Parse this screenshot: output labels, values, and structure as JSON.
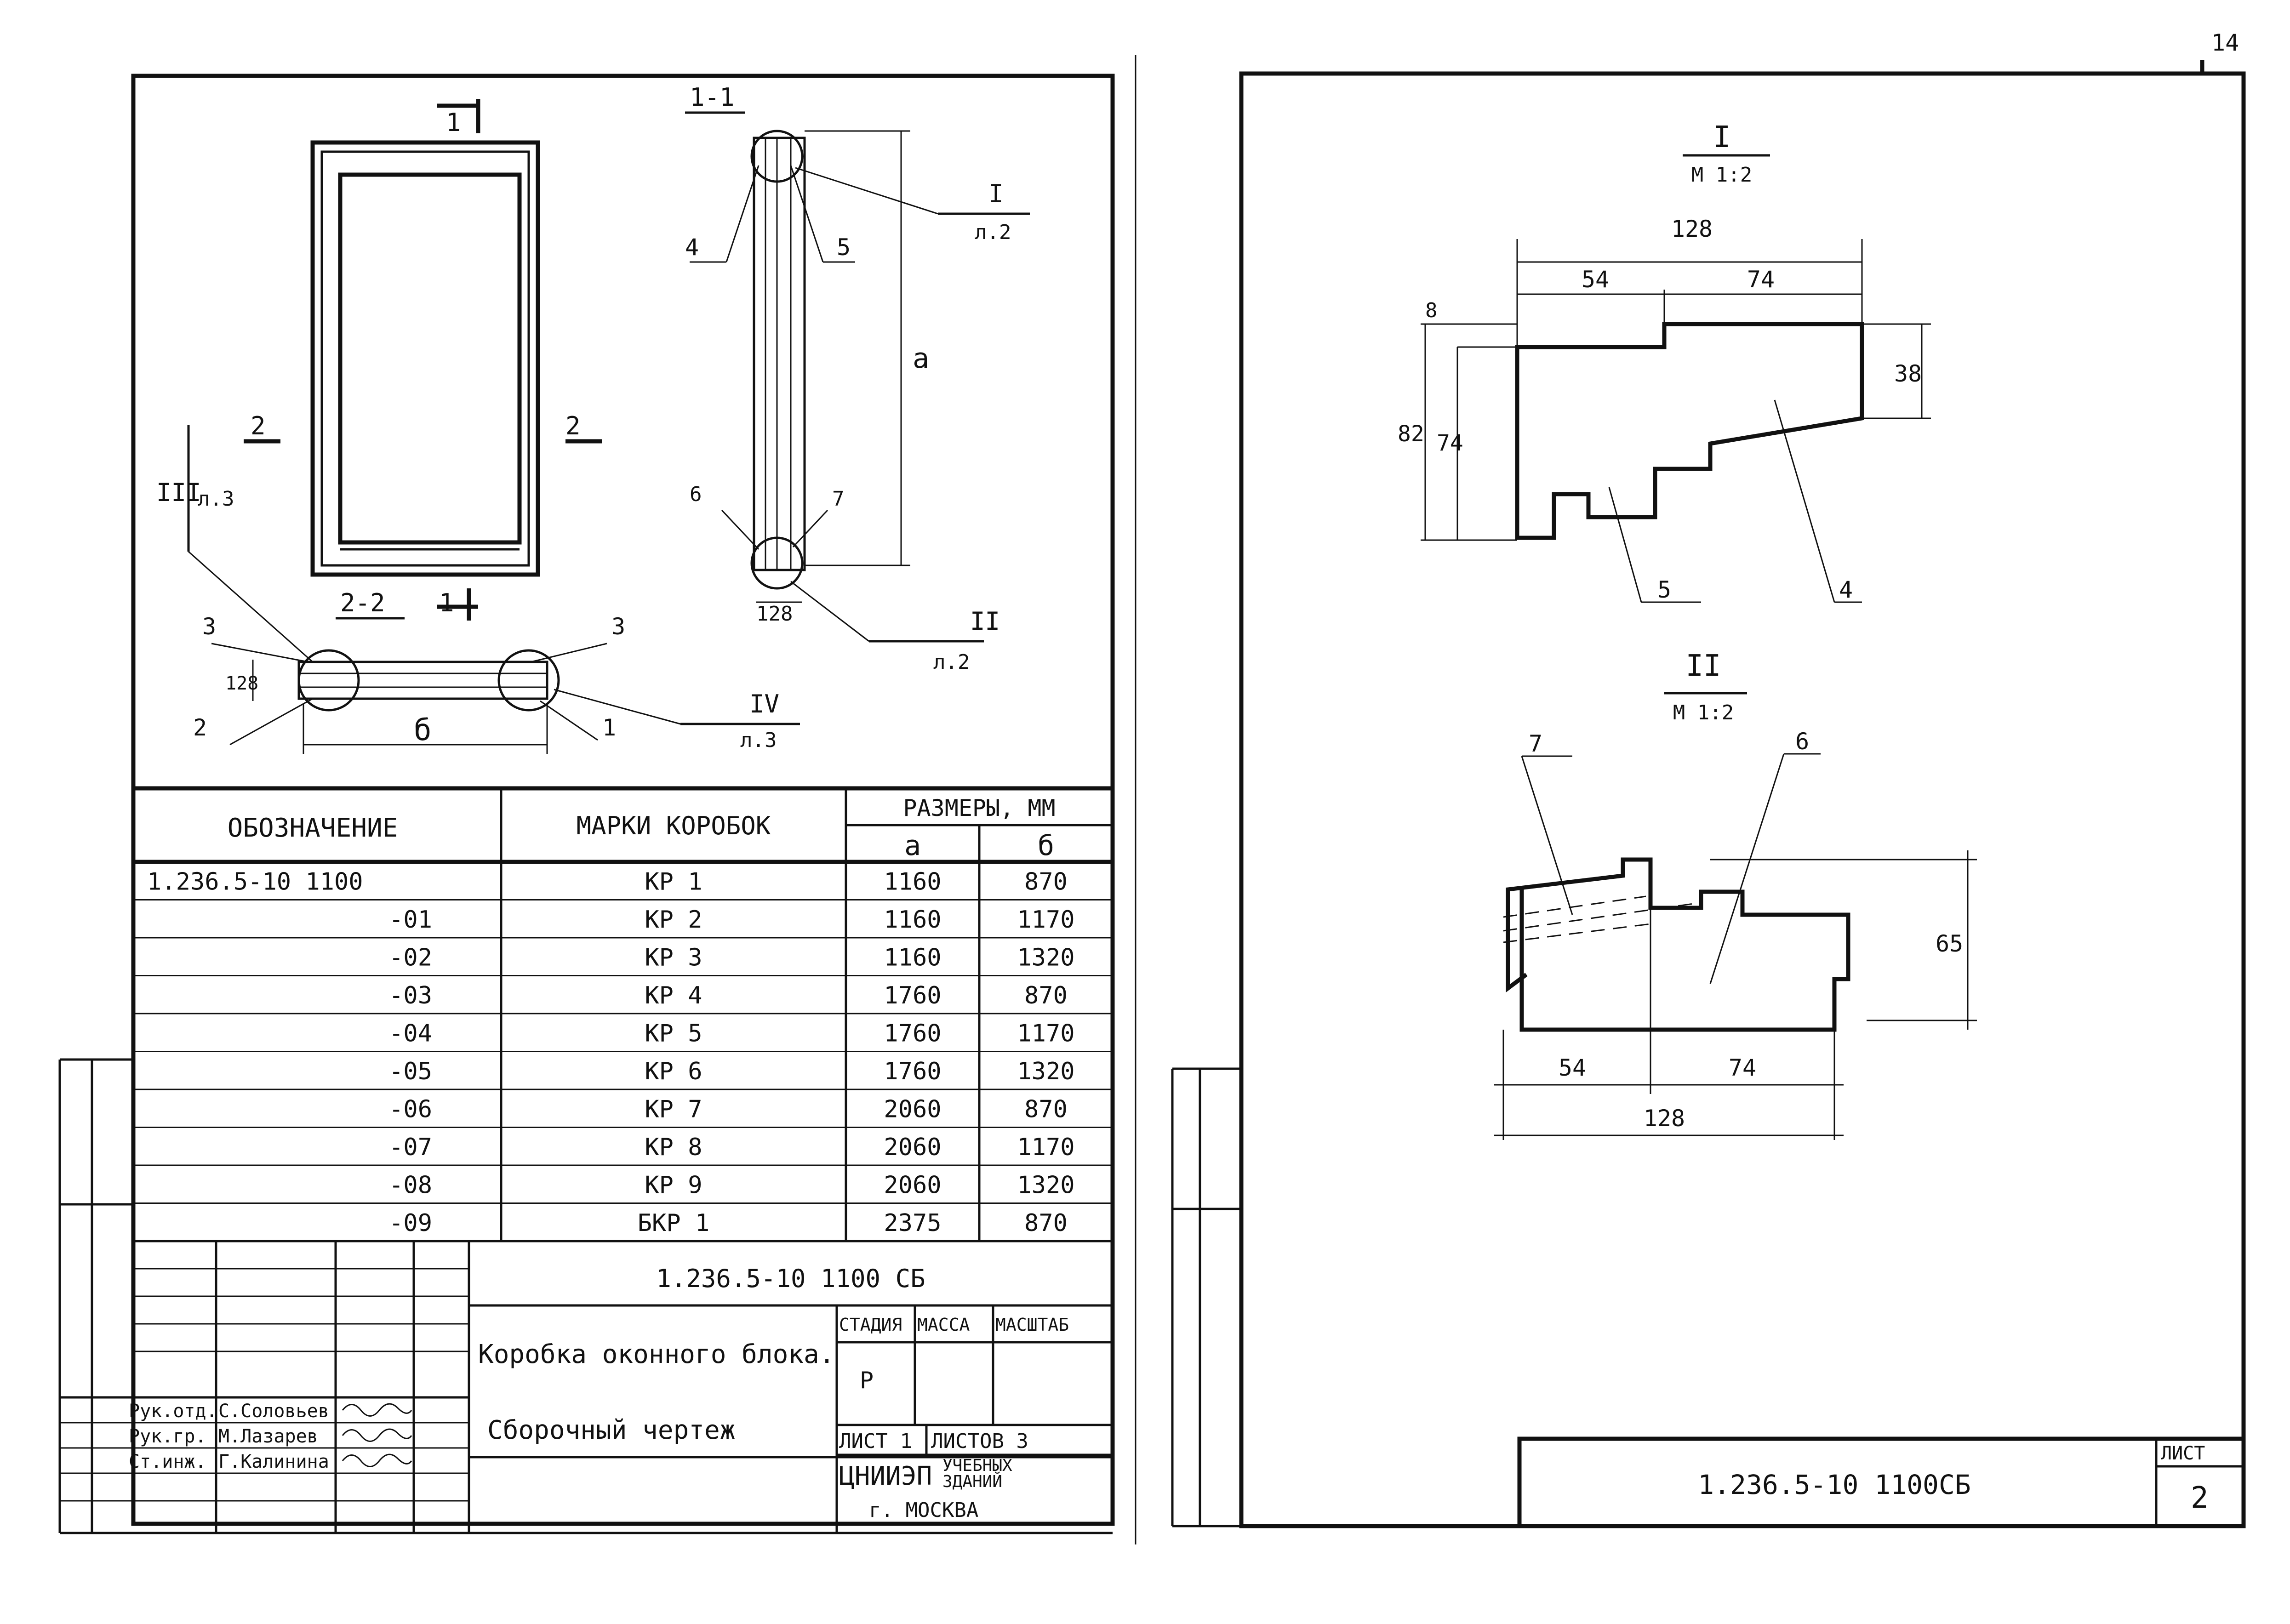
{
  "page_number": "14",
  "left_sheet": {
    "views": {
      "front_section_mark": "1",
      "section_1_1": "1-1",
      "section_2_2": "2-2",
      "mark_2": "2",
      "callout_I": "I",
      "callout_I_ref": "л.2",
      "callout_II": "II",
      "callout_II_ref": "л.2",
      "callout_III": "III",
      "callout_III_ref": "л.3",
      "callout_IV": "IV",
      "callout_IV_ref": "л.3",
      "pos_1": "1",
      "pos_2": "2",
      "pos_3": "3",
      "pos_4": "4",
      "pos_5": "5",
      "pos_6": "6",
      "pos_7": "7",
      "dim_a": "а",
      "dim_b": "б",
      "dim_128": "128"
    },
    "table": {
      "col_designation": "ОБОЗНАЧЕНИЕ",
      "col_marks": "МАРКИ КОРОБОК",
      "col_sizes": "РАЗМЕРЫ, ММ",
      "col_a": "а",
      "col_b": "б",
      "rows": [
        {
          "designation": "1.236.5-10 1100",
          "mark": "КР 1",
          "a": "1160",
          "b": "870"
        },
        {
          "designation": "-01",
          "mark": "КР 2",
          "a": "1160",
          "b": "1170"
        },
        {
          "designation": "-02",
          "mark": "КР 3",
          "a": "1160",
          "b": "1320"
        },
        {
          "designation": "-03",
          "mark": "КР 4",
          "a": "1760",
          "b": "870"
        },
        {
          "designation": "-04",
          "mark": "КР 5",
          "a": "1760",
          "b": "1170"
        },
        {
          "designation": "-05",
          "mark": "КР 6",
          "a": "1760",
          "b": "1320"
        },
        {
          "designation": "-06",
          "mark": "КР 7",
          "a": "2060",
          "b": "870"
        },
        {
          "designation": "-07",
          "mark": "КР 8",
          "a": "2060",
          "b": "1170"
        },
        {
          "designation": "-08",
          "mark": "КР 9",
          "a": "2060",
          "b": "1320"
        },
        {
          "designation": "-09",
          "mark": "БКР 1",
          "a": "2375",
          "b": "870"
        }
      ]
    },
    "title_block": {
      "document_code": "1.236.5-10 1100 СБ",
      "name_line1": "Коробка оконного блока.",
      "name_line2": "Сборочный чертеж",
      "stage_label": "СТАДИЯ",
      "mass_label": "МАССА",
      "scale_label": "МАСШТАБ",
      "stage_value": "Р",
      "sheet_label": "ЛИСТ 1",
      "sheets_label": "ЛИСТОВ 3",
      "org_name": "ЦНИИЭП",
      "org_sub1": "УЧЕБНЫХ",
      "org_sub2": "ЗДАНИЙ",
      "org_city": "г. МОСКВА",
      "signers": [
        {
          "role": "Рук.отд.",
          "name": "С.Соловьев"
        },
        {
          "role": "Рук.гр.",
          "name": "М.Лазарев"
        },
        {
          "role": "Ст.инж.",
          "name": "Г.Калинина"
        }
      ]
    }
  },
  "right_sheet": {
    "detail_I": {
      "title": "I",
      "scale": "М 1:2",
      "dim_128": "128",
      "dim_54": "54",
      "dim_74": "74",
      "dim_8": "8",
      "dim_82": "82",
      "dim_74v": "74",
      "dim_38": "38",
      "pos_5": "5",
      "pos_4": "4"
    },
    "detail_II": {
      "title": "II",
      "scale": "М 1:2",
      "dim_54": "54",
      "dim_74": "74",
      "dim_128": "128",
      "dim_65": "65",
      "pos_7": "7",
      "pos_6": "6"
    },
    "title_block": {
      "document_code": "1.236.5-10 1100СБ",
      "sheet_label": "ЛИСТ",
      "sheet_number": "2"
    }
  }
}
